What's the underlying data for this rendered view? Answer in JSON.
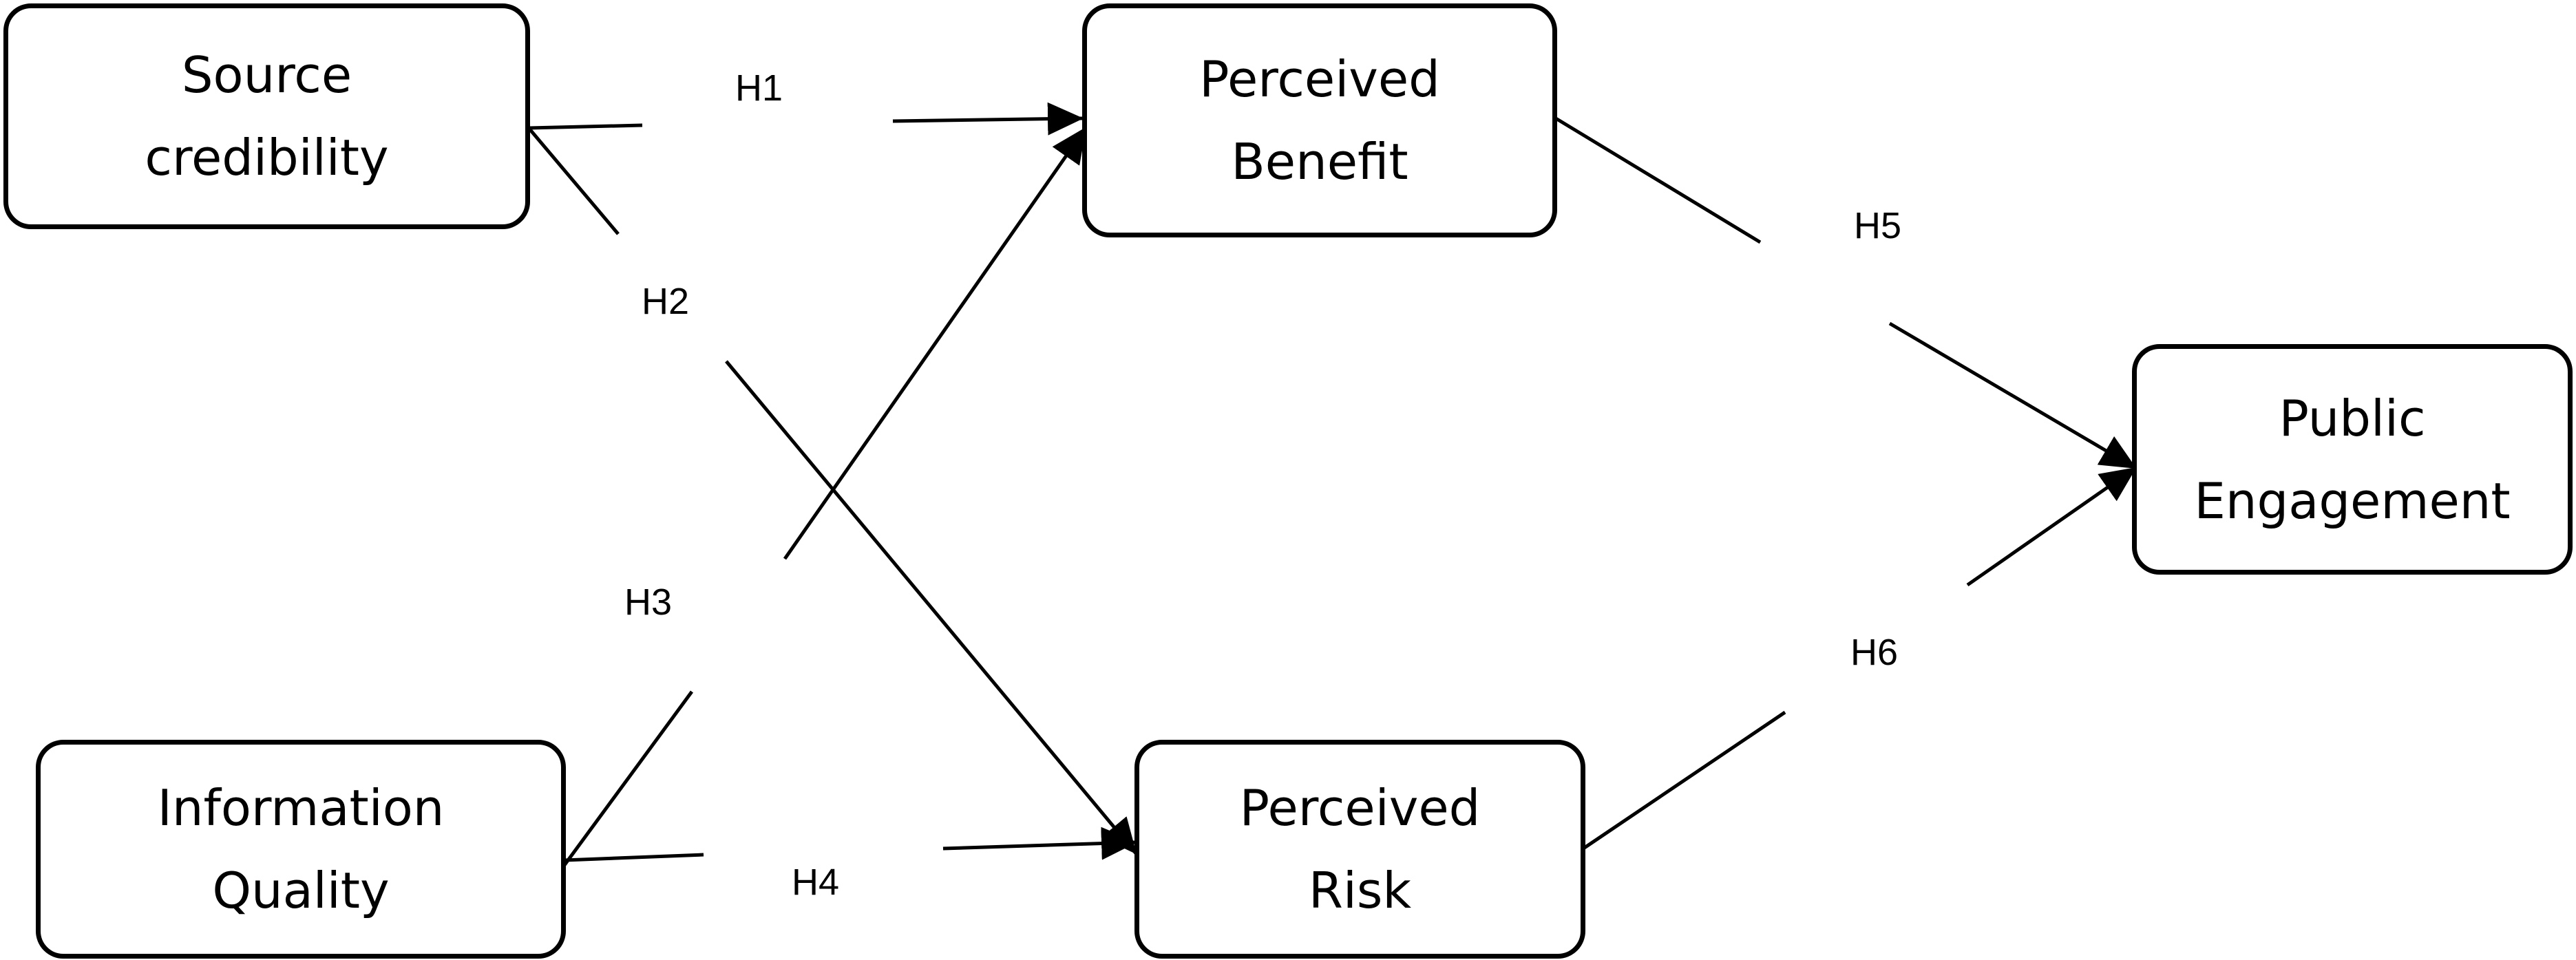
{
  "nodes": {
    "source_credibility": "Source\ncredibility",
    "information_quality": "Information\nQuality",
    "perceived_benefit": "Perceived\nBenefit",
    "perceived_risk": "Perceived\nRisk",
    "public_engagement": "Public\nEngagement"
  },
  "hypotheses": {
    "h1": "H1",
    "h2": "H2",
    "h3": "H3",
    "h4": "H4",
    "h5": "H5",
    "h6": "H6"
  },
  "colors": {
    "stroke": "#000000",
    "background": "#ffffff"
  }
}
